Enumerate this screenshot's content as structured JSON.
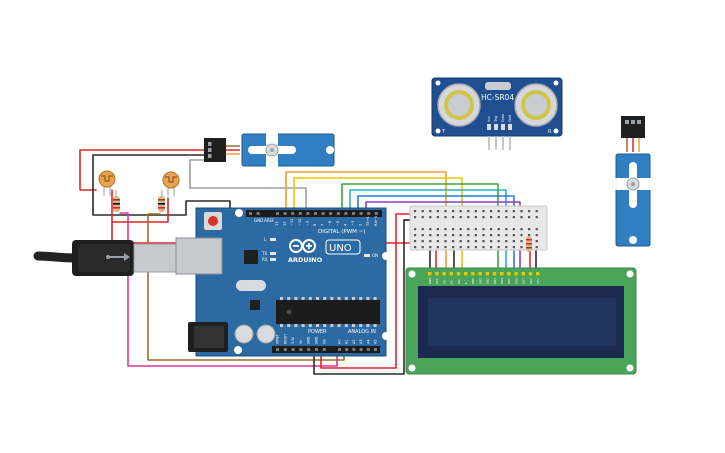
{
  "arduino": {
    "brand_label": "ARDUINO",
    "model_label": "UNO",
    "digital_header": "DIGITAL (PWM ~)",
    "power_header": "POWER",
    "analog_header": "ANALOG IN",
    "on_label": "ON",
    "tx_label": "TX",
    "rx_label": "RX",
    "l_label": "L",
    "aref_label": "AREF",
    "gnd_label": "GND",
    "digital_pins": [
      "13",
      "12",
      "~11",
      "~10",
      "~9",
      "8",
      "7",
      "~6",
      "~5",
      "4",
      "~3",
      "2",
      "TX→1",
      "RX←0"
    ],
    "power_pins": [
      "IOREF",
      "RESET",
      "3.3V",
      "5V",
      "GND",
      "GND",
      "Vin"
    ],
    "analog_pins": [
      "A0",
      "A1",
      "A2",
      "A3",
      "A4",
      "A5"
    ]
  },
  "ultrasonic": {
    "label": "HC-SR04",
    "pins": [
      "Vcc",
      "Trig",
      "Echo",
      "Gnd"
    ],
    "left_mark": "T",
    "right_mark": "R"
  },
  "lcd": {
    "pin_labels": [
      "GND",
      "VCC",
      "V0",
      "RS",
      "RW",
      "E",
      "DB0",
      "DB1",
      "DB2",
      "DB3",
      "DB4",
      "DB5",
      "DB6",
      "DB7",
      "LED",
      "LED"
    ]
  },
  "colors": {
    "board": "#2b6aa3",
    "servo": "#2f7fc2",
    "sensor_board": "#1f4f91",
    "lcd_pcb": "#4aa55a",
    "lcd_screen": "#1b2a4e",
    "breadboard": "#e8e8e8",
    "wire_red": "#e0262b",
    "wire_black": "#2b2b2b",
    "wire_orange": "#f0a028",
    "wire_yellow": "#e9c600",
    "wire_green": "#3ba53b",
    "wire_teal": "#29b3b5",
    "wire_blue": "#2a7bd6",
    "wire_purple": "#8a3fc8",
    "wire_magenta": "#d9359b",
    "wire_brown": "#a36b2b",
    "wire_gray": "#9aa0a6"
  }
}
